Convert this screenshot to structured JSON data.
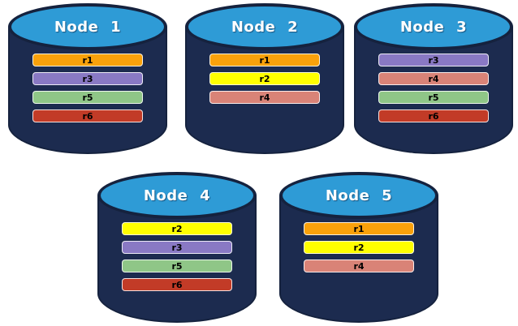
{
  "diagram": {
    "type": "database-replica-distribution"
  },
  "colors": {
    "background": "#FFFFFF",
    "cylinder_body": "#1C2B4F",
    "cylinder_top": "#2E9BD6",
    "cylinder_outline": "#15223E",
    "title_text": "#FFFFFF",
    "bar_text": "#000000",
    "replicas": {
      "r1": "#F9A10B",
      "r2": "#FFFF00",
      "r3": "#8979C4",
      "r4": "#D98377",
      "r5": "#8FC687",
      "r6": "#C23B27"
    }
  },
  "nodes": [
    {
      "title": "Node 1",
      "replicas": [
        "r1",
        "r3",
        "r5",
        "r6"
      ]
    },
    {
      "title": "Node 2",
      "replicas": [
        "r1",
        "r2",
        "r4"
      ]
    },
    {
      "title": "Node 3",
      "replicas": [
        "r3",
        "r4",
        "r5",
        "r6"
      ]
    },
    {
      "title": "Node 4",
      "replicas": [
        "r2",
        "r3",
        "r5",
        "r6"
      ]
    },
    {
      "title": "Node 5",
      "replicas": [
        "r1",
        "r2",
        "r4"
      ]
    }
  ]
}
